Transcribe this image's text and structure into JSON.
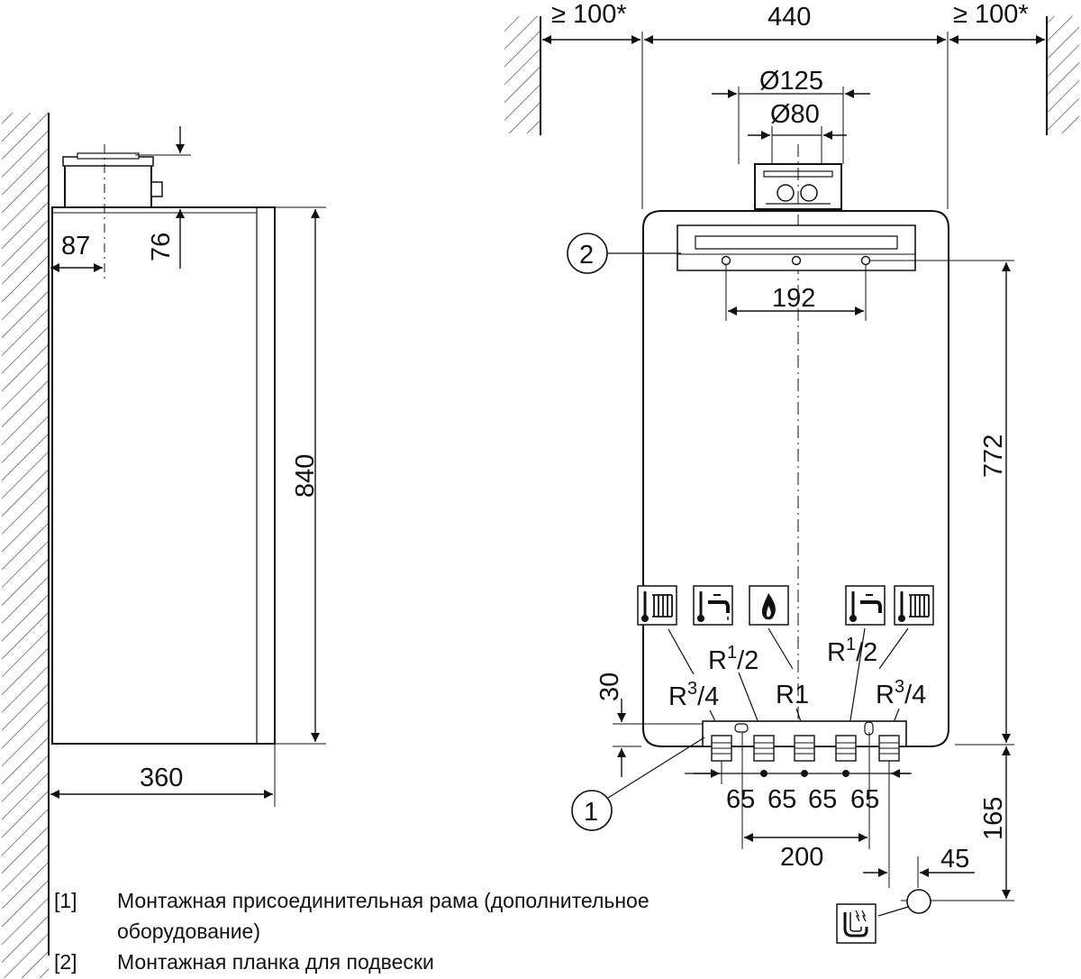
{
  "side_view": {
    "dim_height": "840",
    "dim_depth": "360",
    "dim_flue_offset": "87",
    "dim_flue_height": "76"
  },
  "front_view": {
    "dim_clear_left": "≥ 100*",
    "dim_width": "440",
    "dim_clear_right": "≥ 100*",
    "dim_outer_flue": "Ø125",
    "dim_inner_flue": "Ø80",
    "dim_hanger_spacing": "192",
    "dim_hanger_height": "772",
    "dim_connection_offset": "30",
    "dim_frame_height": "165",
    "dim_spacing": [
      "65",
      "65",
      "65",
      "65"
    ],
    "dim_span": "200",
    "dim_drain_offset": "45",
    "callout_1": "1",
    "callout_2": "2",
    "connections": {
      "left_heating": {
        "base": "R",
        "sup": "3",
        "sub": "/4"
      },
      "left_hot_water": {
        "base": "R",
        "sup": "1",
        "sub": "/2"
      },
      "gas": {
        "base": "R1"
      },
      "right_hot_water": {
        "base": "R",
        "sup": "1",
        "sub": "/2"
      },
      "right_heating": {
        "base": "R",
        "sup": "3",
        "sub": "/4"
      }
    },
    "icons": [
      "heating-flow-icon",
      "hot-water-icon",
      "gas-flame-icon",
      "hot-water-icon",
      "heating-return-icon",
      "drain-siphon-icon"
    ]
  },
  "legend": [
    {
      "num": "[1]",
      "text": "Монтажная присоединительная рама (дополнительное оборудование)"
    },
    {
      "num": "[2]",
      "text": "Монтажная планка для подвески"
    }
  ]
}
